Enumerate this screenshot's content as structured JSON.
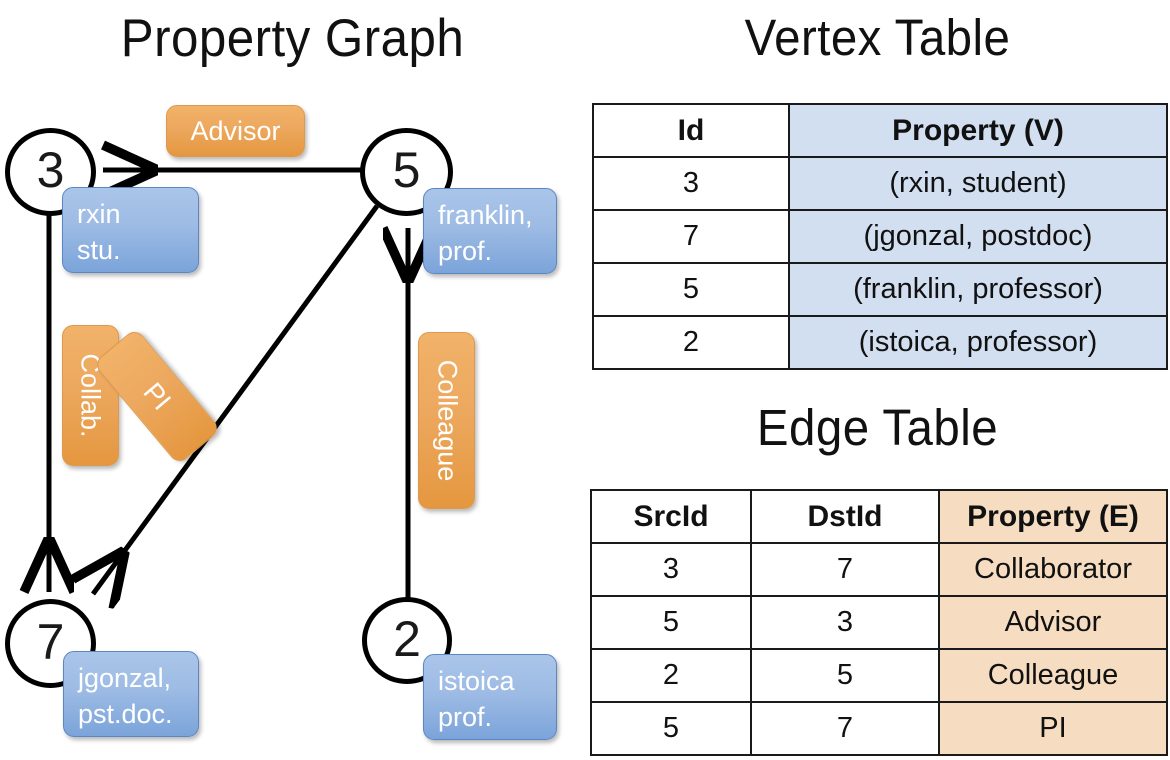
{
  "titles": {
    "property_graph": "Property Graph",
    "vertex_table": "Vertex Table",
    "edge_table": "Edge Table"
  },
  "colors": {
    "vertex_property_fill": "#d2dff0",
    "edge_property_fill": "#f6ddc2",
    "vertex_box_fill": "#9dbbe4",
    "edge_label_fill": "#eca85e",
    "stroke": "#000000"
  },
  "graph": {
    "vertices": [
      {
        "id": "3",
        "property_label": "rxin\nstu.",
        "line1": "rxin",
        "line2": "stu."
      },
      {
        "id": "5",
        "property_label": "franklin, prof.",
        "line1": "franklin,",
        "line2": "prof."
      },
      {
        "id": "7",
        "property_label": "jgonzal, pst.doc.",
        "line1": "jgonzal,",
        "line2": "pst.doc."
      },
      {
        "id": "2",
        "property_label": "istoica prof.",
        "line1": "istoica",
        "line2": "prof."
      }
    ],
    "edge_labels": [
      {
        "name": "advisor",
        "text": "Advisor",
        "orientation": "horizontal"
      },
      {
        "name": "collab",
        "text": "Collab.",
        "orientation": "vertical"
      },
      {
        "name": "pi",
        "text": "PI",
        "orientation": "diagonal"
      },
      {
        "name": "colleague",
        "text": "Colleague",
        "orientation": "vertical"
      }
    ]
  },
  "vertex_table": {
    "headers": [
      "Id",
      "Property (V)"
    ],
    "rows": [
      {
        "id": "3",
        "property": "(rxin, student)"
      },
      {
        "id": "7",
        "property": "(jgonzal, postdoc)"
      },
      {
        "id": "5",
        "property": "(franklin, professor)"
      },
      {
        "id": "2",
        "property": "(istoica, professor)"
      }
    ]
  },
  "edge_table": {
    "headers": [
      "SrcId",
      "DstId",
      "Property (E)"
    ],
    "rows": [
      {
        "src": "3",
        "dst": "7",
        "property": "Collaborator"
      },
      {
        "src": "5",
        "dst": "3",
        "property": "Advisor"
      },
      {
        "src": "2",
        "dst": "5",
        "property": "Colleague"
      },
      {
        "src": "5",
        "dst": "7",
        "property": "PI"
      }
    ]
  }
}
